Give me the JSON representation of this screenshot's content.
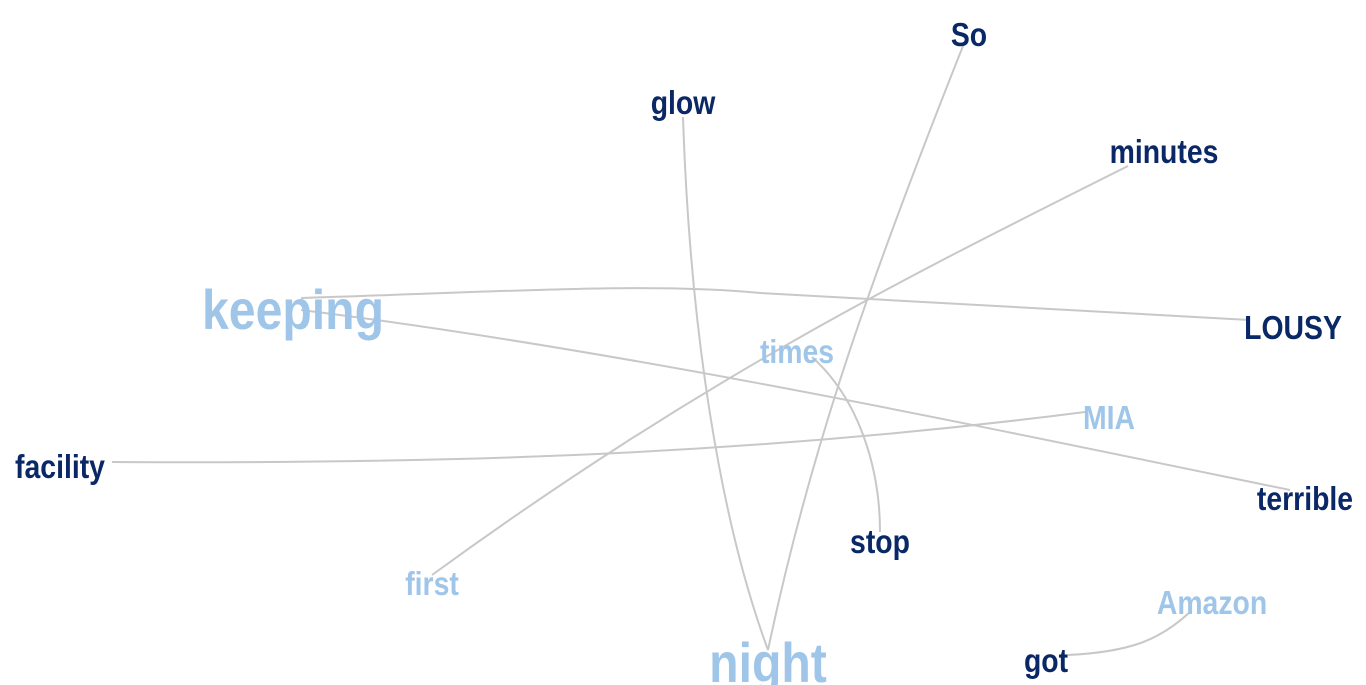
{
  "colors": {
    "dark": "#0a2866",
    "light": "#9fc6e9",
    "edge": "#c8c8c8"
  },
  "words": [
    {
      "id": "keeping",
      "text": "keeping",
      "tone": "light"
    },
    {
      "id": "night",
      "text": "night",
      "tone": "light"
    },
    {
      "id": "times",
      "text": "times",
      "tone": "light"
    },
    {
      "id": "mia",
      "text": "MIA",
      "tone": "light"
    },
    {
      "id": "first",
      "text": "first",
      "tone": "light"
    },
    {
      "id": "amazon",
      "text": "Amazon",
      "tone": "light"
    },
    {
      "id": "so",
      "text": "So",
      "tone": "dark"
    },
    {
      "id": "glow",
      "text": "glow",
      "tone": "dark"
    },
    {
      "id": "minutes",
      "text": "minutes",
      "tone": "dark"
    },
    {
      "id": "lousy",
      "text": "LOUSY",
      "tone": "dark"
    },
    {
      "id": "facility",
      "text": "facility",
      "tone": "dark"
    },
    {
      "id": "terrible",
      "text": "terrible",
      "tone": "dark"
    },
    {
      "id": "stop",
      "text": "stop",
      "tone": "dark"
    },
    {
      "id": "got",
      "text": "got",
      "tone": "dark"
    }
  ],
  "edges": [
    {
      "from": "keeping",
      "to": "lousy"
    },
    {
      "from": "keeping",
      "to": "terrible"
    },
    {
      "from": "glow",
      "to": "night"
    },
    {
      "from": "so",
      "to": "night"
    },
    {
      "from": "minutes",
      "to": "first"
    },
    {
      "from": "times",
      "to": "stop"
    },
    {
      "from": "facility",
      "to": "mia"
    },
    {
      "from": "amazon",
      "to": "got"
    }
  ]
}
